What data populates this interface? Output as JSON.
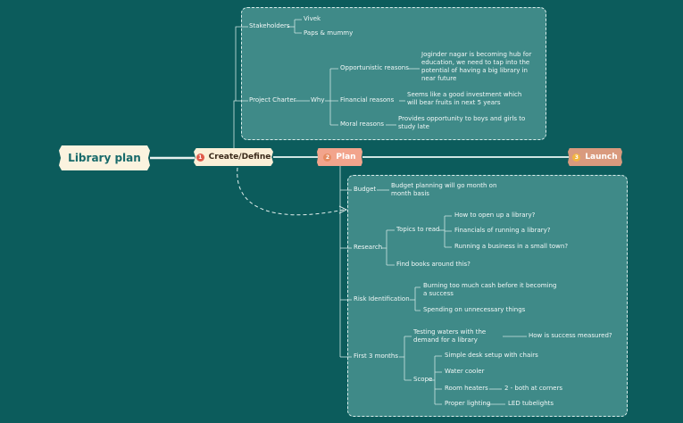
{
  "root": {
    "label": "Library plan"
  },
  "stages": [
    {
      "num": "1",
      "label": "Create/Define"
    },
    {
      "num": "2",
      "label": "Plan"
    },
    {
      "num": "3",
      "label": "Launch"
    }
  ],
  "create": {
    "stakeholders": {
      "label": "Stakeholders",
      "items": [
        "Vivek",
        "Paps & mummy"
      ]
    },
    "charter": {
      "label": "Project Charter",
      "why": "Why",
      "reasons": [
        {
          "label": "Opportunistic reasons",
          "detail": "Joginder nagar is becoming hub for education, we need to tap into the potential of having a big library in near future"
        },
        {
          "label": "Financial reasons",
          "detail": "Seems like a good investment which will bear fruits in next 5 years"
        },
        {
          "label": "Moral reasons",
          "detail": "Provides opportunity to boys and girls to study late"
        }
      ]
    }
  },
  "plan": {
    "budget": {
      "label": "Budget",
      "detail": "Budget planning will go month on month basis"
    },
    "research": {
      "label": "Research",
      "topics_label": "Topics to read",
      "topics": [
        "How to open up a library?",
        "Financials of running a library?",
        "Running a business in a small town?"
      ],
      "find": "Find books around this?"
    },
    "risk": {
      "label": "Risk Identification",
      "items": [
        "Burning too much cash before it becoming a success",
        "Spending on unnecessary things"
      ]
    },
    "first3": {
      "label": "First 3 months",
      "testing": "Testing waters with the demand for a library",
      "success": "How is success measured?",
      "scope_label": "Scope",
      "scope": [
        "Simple desk setup with chairs",
        "Water cooler",
        "Room heaters",
        "Proper lighting"
      ],
      "heaters_detail": "2 - both at corners",
      "lighting_detail": "LED tubelights"
    }
  }
}
